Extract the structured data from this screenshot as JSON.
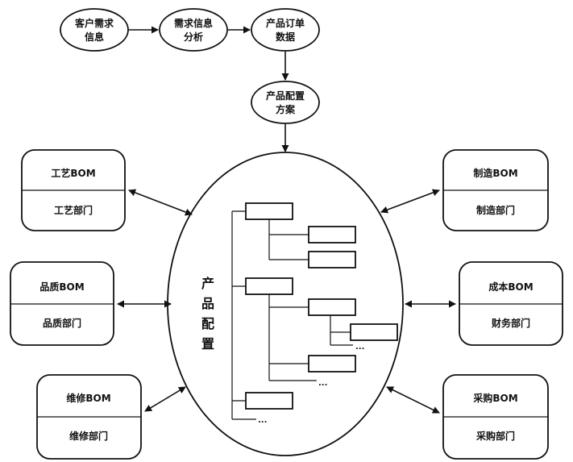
{
  "flow": {
    "n1": [
      "客户需求",
      "信息"
    ],
    "n2": [
      "需求信息",
      "分析"
    ],
    "n3": [
      "产品订单",
      "数据"
    ],
    "n4": [
      "产品配置",
      "方案"
    ]
  },
  "center": {
    "chars": [
      "产",
      "品",
      "配",
      "置"
    ]
  },
  "tree": {
    "ellipsis": "..."
  },
  "departments": {
    "left": [
      {
        "bom": "工艺BOM",
        "dept": "工艺部门"
      },
      {
        "bom": "品质BOM",
        "dept": "品质部门"
      },
      {
        "bom": "维修BOM",
        "dept": "维修部门"
      }
    ],
    "right": [
      {
        "bom": "制造BOM",
        "dept": "制造部门"
      },
      {
        "bom": "成本BOM",
        "dept": "财务部门"
      },
      {
        "bom": "采购BOM",
        "dept": "采购部门"
      }
    ]
  }
}
